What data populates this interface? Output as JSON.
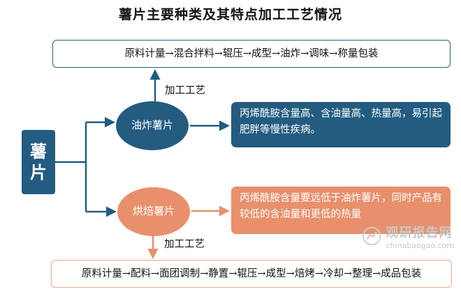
{
  "title": "薯片主要种类及其特点加工工艺情况",
  "root": {
    "label": "薯片"
  },
  "fried": {
    "name": "油炸薯片",
    "process_label": "加工工艺",
    "process": "原料计量→混合拌料→辊压→成型→油炸→调味→称量包装",
    "description": "丙烯酰胺含量高、含油量高、热量高，易引起肥胖等慢性疾病。"
  },
  "baked": {
    "name": "烘焙薯片",
    "process_label": "加工工艺",
    "process": "原料计量→配料→面团调制→静置→辊压→成型→焙烤→冷却→整理→成品包装",
    "description": "丙烯酰胺含量要远低于油炸薯片，同时产品有较低的含油量和更低的热量"
  },
  "watermark": {
    "cn": "观研报告网",
    "en": "chinabaogao.com"
  },
  "colors": {
    "blue": "#235c80",
    "orange": "#e8906c",
    "orange_border": "#e6a88c"
  }
}
